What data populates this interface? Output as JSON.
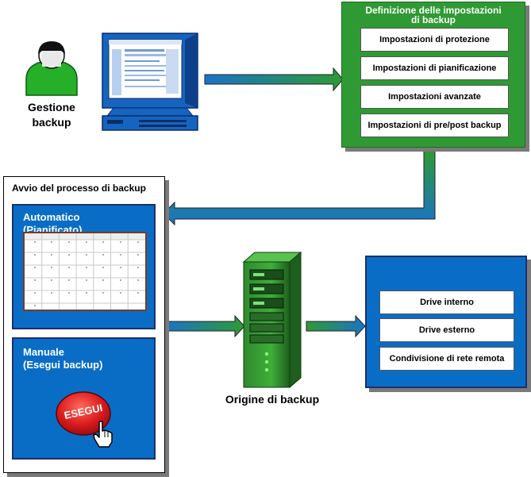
{
  "user": {
    "label_line1": "Gestione",
    "label_line2": "backup"
  },
  "settings": {
    "title_line1": "Definizione delle impostazioni",
    "title_line2": "di backup",
    "items": [
      "Impostazioni di protezione",
      "Impostazioni di pianificazione",
      "Impostazioni avanzate",
      "Impostazioni di pre/post backup"
    ]
  },
  "start": {
    "title": "Avvio del processo di backup",
    "automatic_line1": "Automatico",
    "automatic_line2": "(Pianificato)",
    "manual_line1": "Manuale",
    "manual_line2": "(Esegui backup)",
    "run_button": "ESEGUI"
  },
  "source": {
    "label": "Origine di backup"
  },
  "destinations": {
    "items": [
      "Drive interno",
      "Drive esterno",
      "Condivisione di rete remota"
    ]
  },
  "colors": {
    "green_panel": "#2f9a34",
    "blue_panel": "#0a6dc5",
    "run_button": "#d9191c"
  }
}
